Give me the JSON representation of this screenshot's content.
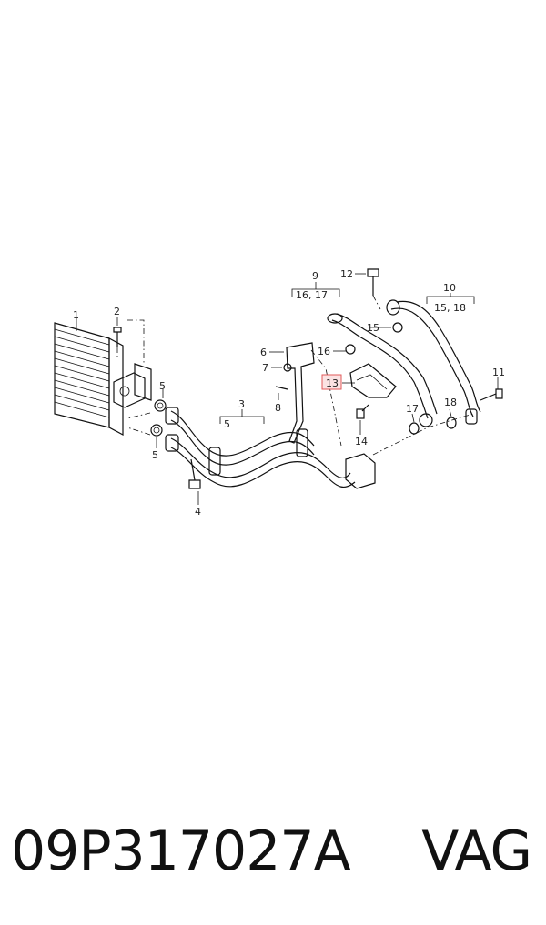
{
  "diagram": {
    "callouts": [
      "1",
      "2",
      "3",
      "4",
      "5",
      "5",
      "5",
      "6",
      "7",
      "8",
      "9",
      "10",
      "11",
      "12",
      "13",
      "14",
      "15",
      "16",
      "17",
      "18"
    ],
    "group_labels": {
      "g9": "16, 17",
      "g10": "15, 18"
    },
    "highlighted_callout": "13",
    "highlight_color": "#e05a5a"
  },
  "footer": {
    "part_number": "09P317027A",
    "brand": "VAG"
  }
}
